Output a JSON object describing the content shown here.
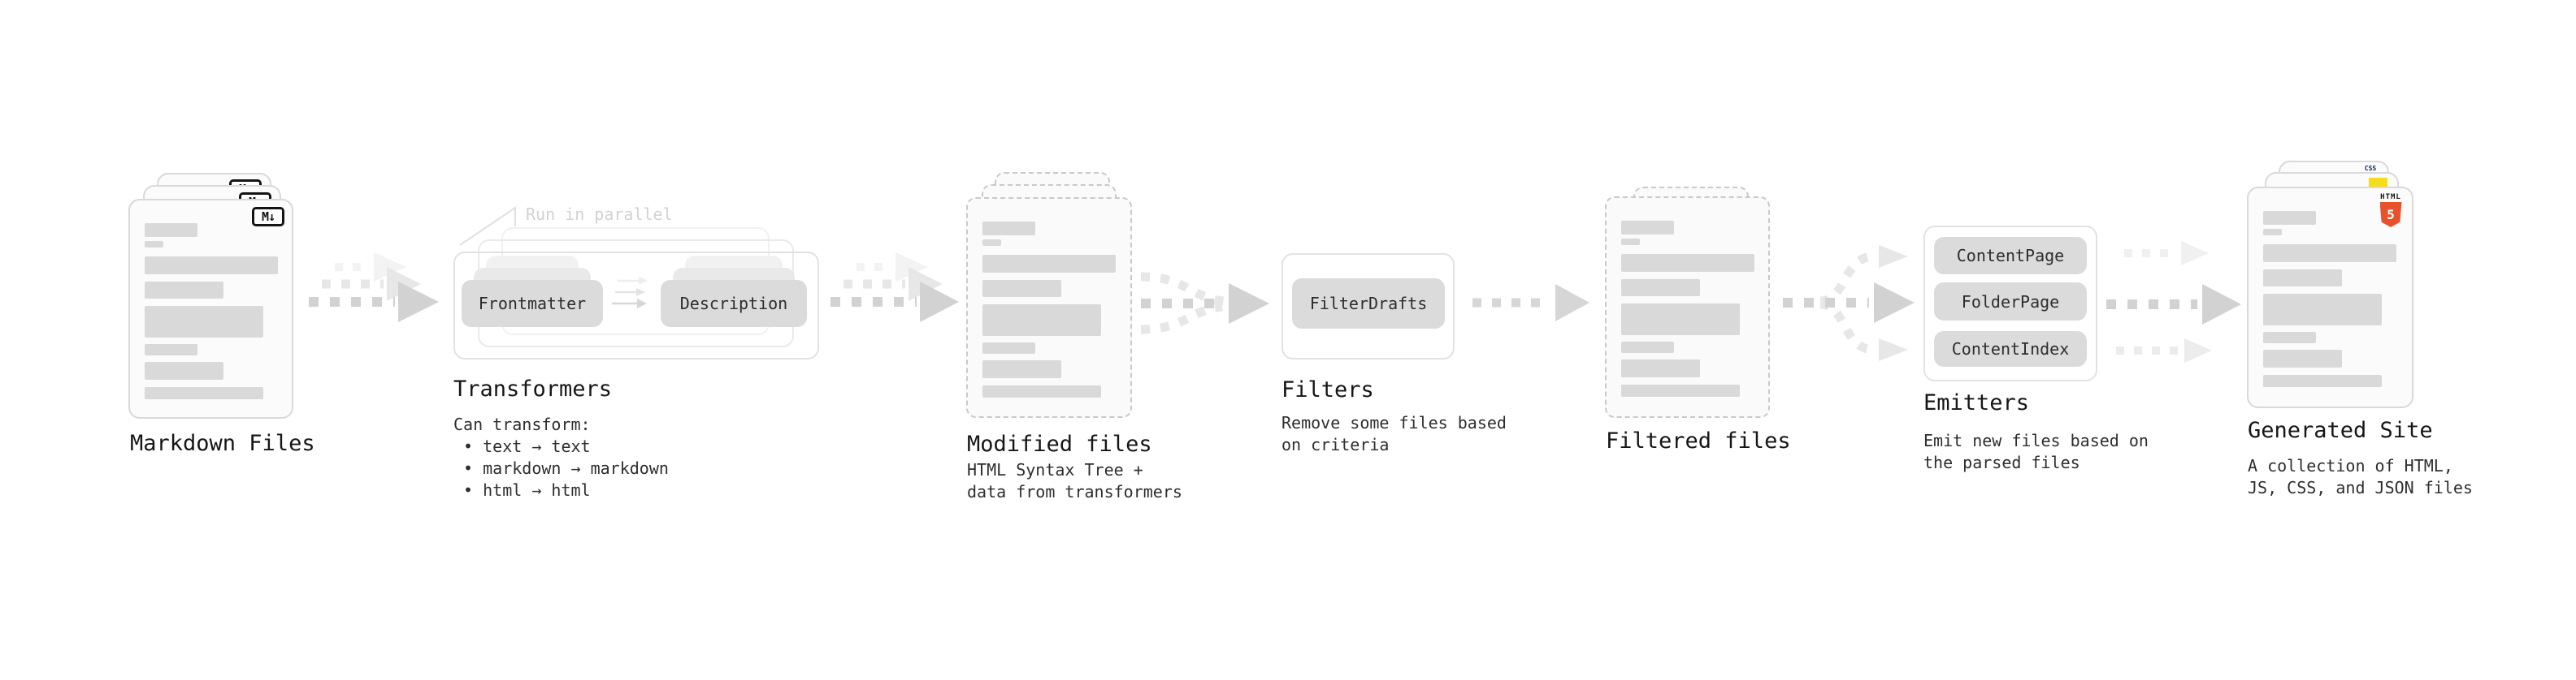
{
  "stages": {
    "markdown_files": {
      "label": "Markdown Files",
      "badge": "M↓"
    },
    "transformers": {
      "label": "Transformers",
      "note": "Run in parallel",
      "chips": [
        "Frontmatter",
        "Description"
      ],
      "description": "Can transform:\n • text → text\n • markdown → markdown\n • html → html"
    },
    "modified_files": {
      "label": "Modified files",
      "description": "HTML Syntax Tree +\ndata from transformers"
    },
    "filters": {
      "label": "Filters",
      "chips": [
        "FilterDrafts"
      ],
      "description": "Remove some files based\non criteria"
    },
    "filtered_files": {
      "label": "Filtered files"
    },
    "emitters": {
      "label": "Emitters",
      "chips": [
        "ContentPage",
        "FolderPage",
        "ContentIndex"
      ],
      "description": "Emit new files based on\nthe parsed files"
    },
    "generated_site": {
      "label": "Generated Site",
      "description": "A collection of HTML,\nJS, CSS, and JSON files",
      "badges": {
        "css": "CSS",
        "html_word": "HTML",
        "html_number": "5"
      }
    }
  },
  "colors": {
    "html5_orange": "#e8512d",
    "js_yellow": "#f5de19",
    "css_blue": "#2760e6",
    "placeholder_bar": "#d9d9d9",
    "arrow_gray": "#d2d2d2",
    "note_gray": "#d2d2d2"
  }
}
